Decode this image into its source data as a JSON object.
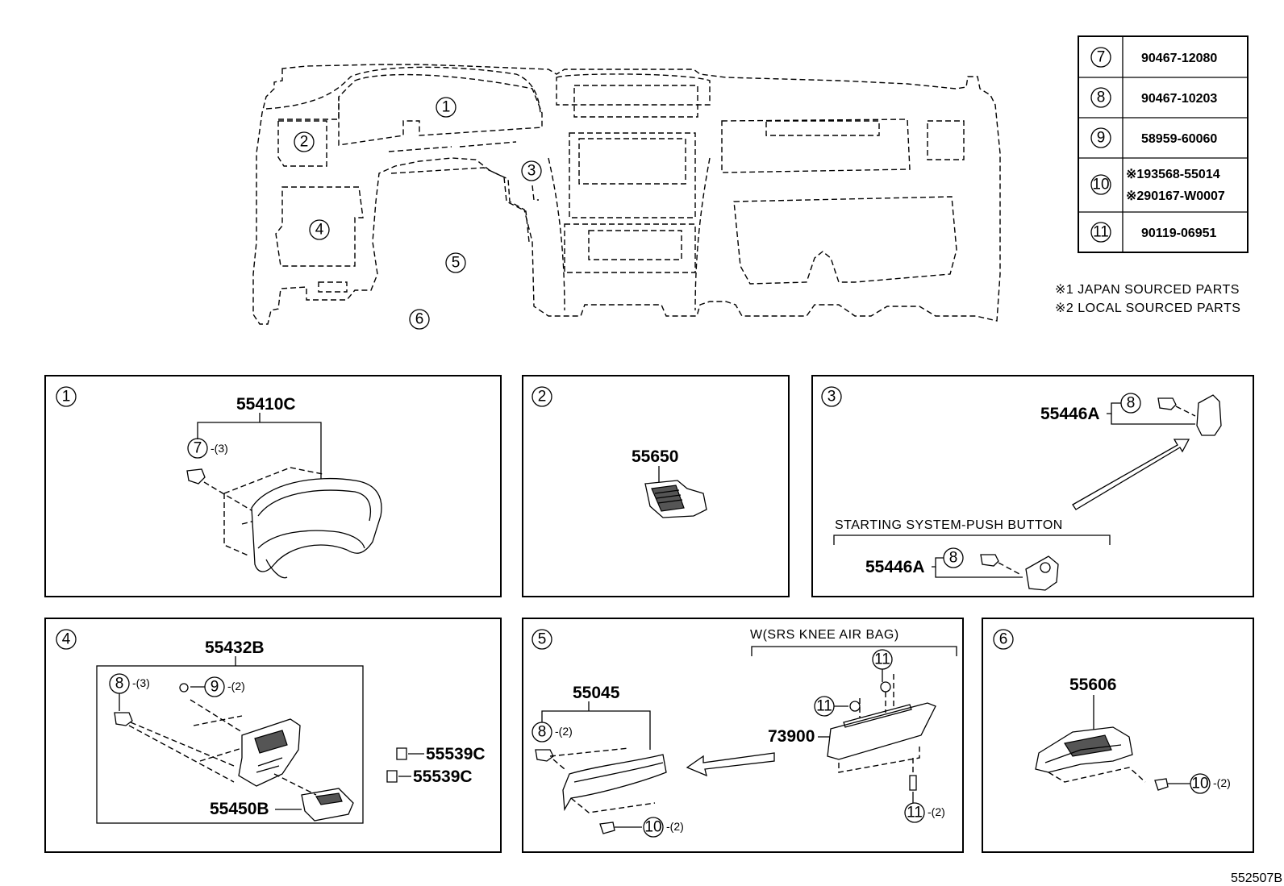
{
  "legend": {
    "rows": [
      {
        "ref": "7",
        "parts": [
          "90467-12080"
        ]
      },
      {
        "ref": "8",
        "parts": [
          "90467-10203"
        ]
      },
      {
        "ref": "9",
        "parts": [
          "58959-60060"
        ]
      },
      {
        "ref": "10",
        "parts": [
          "※193568-55014",
          "※290167-W0007"
        ]
      },
      {
        "ref": "11",
        "parts": [
          "90119-06951"
        ]
      }
    ],
    "notes": [
      "※1 JAPAN SOURCED PARTS",
      "※2 LOCAL SOURCED PARTS"
    ]
  },
  "overview": {
    "labels": [
      "1",
      "2",
      "3",
      "4",
      "5",
      "6"
    ]
  },
  "panels": {
    "p1": {
      "index": "1",
      "part": "55410C",
      "fastener": "7",
      "fastener_qty": "-(3)"
    },
    "p2": {
      "index": "2",
      "part": "55650"
    },
    "p3": {
      "index": "3",
      "part_top": "55446A",
      "fastener_top": "8",
      "caption": "STARTING SYSTEM-PUSH BUTTON",
      "part_bottom": "55446A",
      "fastener_bottom": "8"
    },
    "p4": {
      "index": "4",
      "part": "55432B",
      "fastener_a": "8",
      "fastener_a_qty": "-(3)",
      "fastener_b": "9",
      "fastener_b_qty": "-(2)",
      "part_lower": "55450B",
      "clip_a": "55539C",
      "clip_b": "55539C"
    },
    "p5": {
      "index": "5",
      "part": "55045",
      "fastener_a": "8",
      "fastener_a_qty": "-(2)",
      "fastener_bottom": "10",
      "fastener_bottom_qty": "-(2)",
      "caption": "W(SRS KNEE AIR BAG)",
      "part_airbag": "73900",
      "fastener_b": "11",
      "fastener_c": "11",
      "fastener_d": "11",
      "fastener_d_qty": "-(2)"
    },
    "p6": {
      "index": "6",
      "part": "55606",
      "fastener": "10",
      "fastener_qty": "-(2)"
    }
  },
  "figure_id": "552507B"
}
